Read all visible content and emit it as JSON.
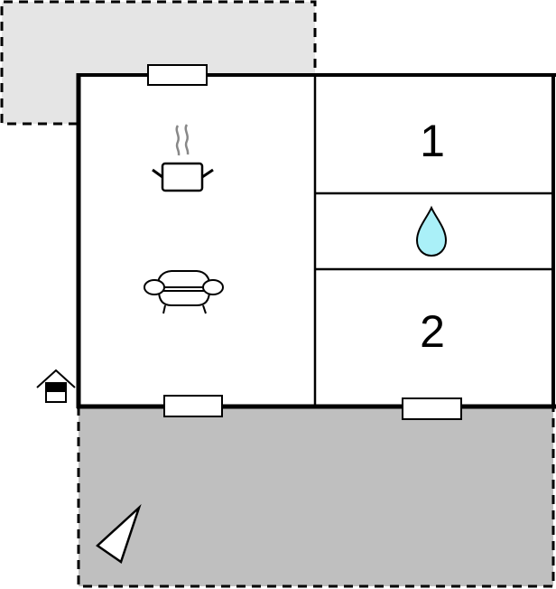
{
  "floorplan": {
    "type": "apartment floor plan",
    "colors": {
      "wall": "#000000",
      "upper_terrace": "#e5e5e5",
      "lower_terrace": "#bfbfbf",
      "interior": "#ffffff",
      "water_drop": "#aaf0f8",
      "steam": "#888888"
    },
    "areas": [
      {
        "id": "upper-terrace",
        "label": "",
        "kind": "outdoor-area"
      },
      {
        "id": "living-kitchen",
        "label": "",
        "kind": "living room with kitchen",
        "icons": [
          "cooking-pot-icon",
          "sofa-icon"
        ]
      },
      {
        "id": "bedroom-1",
        "label": "1",
        "kind": "bedroom"
      },
      {
        "id": "bathroom",
        "label": "",
        "kind": "bathroom",
        "icons": [
          "water-drop-icon"
        ]
      },
      {
        "id": "bedroom-2",
        "label": "2",
        "kind": "bedroom"
      },
      {
        "id": "lower-terrace",
        "label": "",
        "kind": "terrace",
        "icons": [
          "north-arrow-icon"
        ]
      }
    ],
    "rooms": {
      "bedroom_1_label": "1",
      "bedroom_2_label": "2"
    },
    "windows": [
      {
        "id": "window-top"
      },
      {
        "id": "window-bottom-left"
      },
      {
        "id": "window-bottom-right"
      }
    ],
    "entrance": {
      "icon": "house-entrance-icon"
    }
  }
}
